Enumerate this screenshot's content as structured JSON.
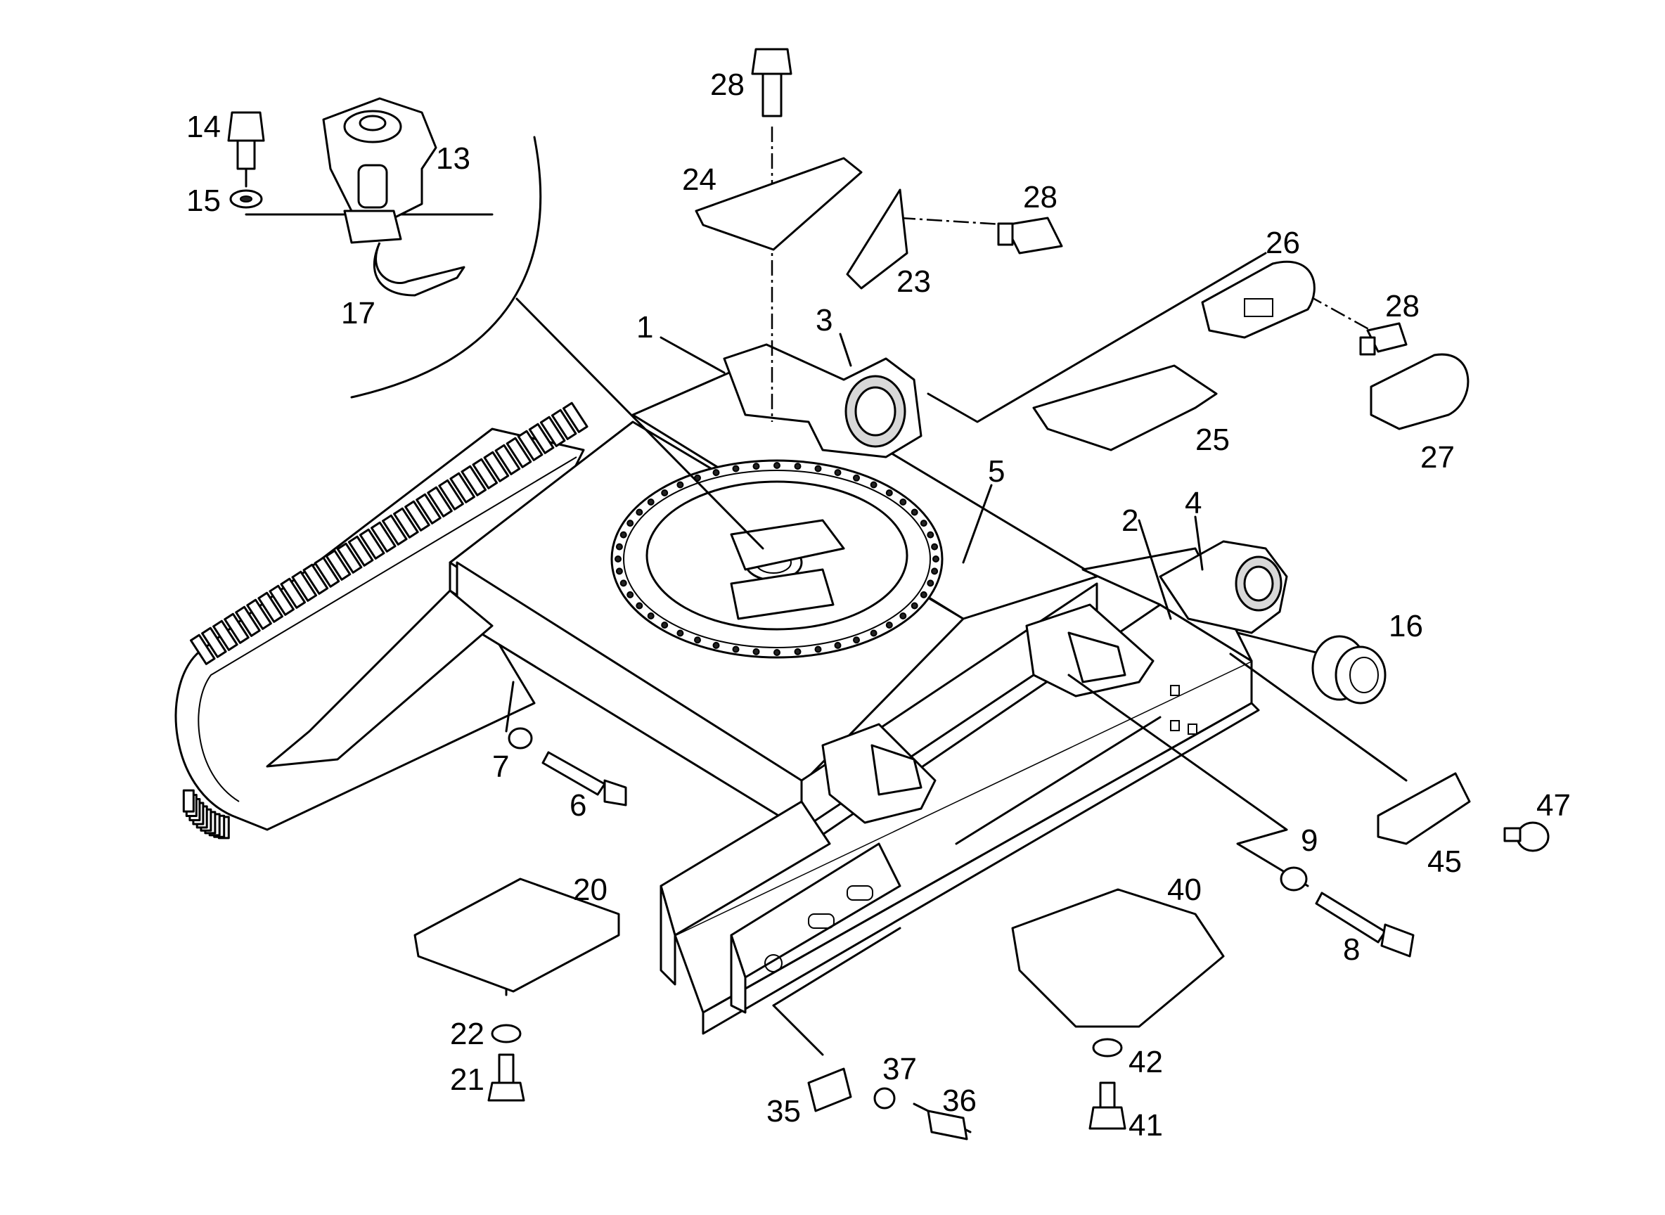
{
  "callouts": [
    {
      "id": "c1",
      "label": "1"
    },
    {
      "id": "c2",
      "label": "2"
    },
    {
      "id": "c3",
      "label": "3"
    },
    {
      "id": "c4",
      "label": "4"
    },
    {
      "id": "c5",
      "label": "5"
    },
    {
      "id": "c6",
      "label": "6"
    },
    {
      "id": "c7",
      "label": "7"
    },
    {
      "id": "c8",
      "label": "8"
    },
    {
      "id": "c9",
      "label": "9"
    },
    {
      "id": "c13",
      "label": "13"
    },
    {
      "id": "c14",
      "label": "14"
    },
    {
      "id": "c15",
      "label": "15"
    },
    {
      "id": "c16",
      "label": "16"
    },
    {
      "id": "c17",
      "label": "17"
    },
    {
      "id": "c20",
      "label": "20"
    },
    {
      "id": "c21",
      "label": "21"
    },
    {
      "id": "c22",
      "label": "22"
    },
    {
      "id": "c23",
      "label": "23"
    },
    {
      "id": "c24",
      "label": "24"
    },
    {
      "id": "c25",
      "label": "25"
    },
    {
      "id": "c26",
      "label": "26"
    },
    {
      "id": "c27",
      "label": "27"
    },
    {
      "id": "c28a",
      "label": "28"
    },
    {
      "id": "c28b",
      "label": "28"
    },
    {
      "id": "c28c",
      "label": "28"
    },
    {
      "id": "c35",
      "label": "35"
    },
    {
      "id": "c36",
      "label": "36"
    },
    {
      "id": "c37",
      "label": "37"
    },
    {
      "id": "c40",
      "label": "40"
    },
    {
      "id": "c41",
      "label": "41"
    },
    {
      "id": "c42",
      "label": "42"
    },
    {
      "id": "c45",
      "label": "45"
    },
    {
      "id": "c47",
      "label": "47"
    }
  ]
}
